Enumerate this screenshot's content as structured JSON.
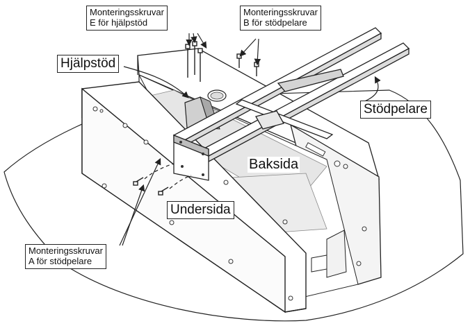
{
  "labels": {
    "screws_e": {
      "line1": "Monteringsskruvar",
      "line2": "E  för hjälpstöd"
    },
    "screws_b": {
      "line1": "Monteringsskruvar",
      "line2": "B för stödpelare"
    },
    "screws_a": {
      "line1": "Monteringsskruvar",
      "line2": "A för stödpelare"
    },
    "hjalpstod": "Hjälpstöd",
    "stodpelare": "Stödpelare",
    "baksida": "Baksida",
    "undersida": "Undersida"
  },
  "colors": {
    "line": "#222222",
    "fill": "#ffffff",
    "shade": "#d8d8d8"
  }
}
